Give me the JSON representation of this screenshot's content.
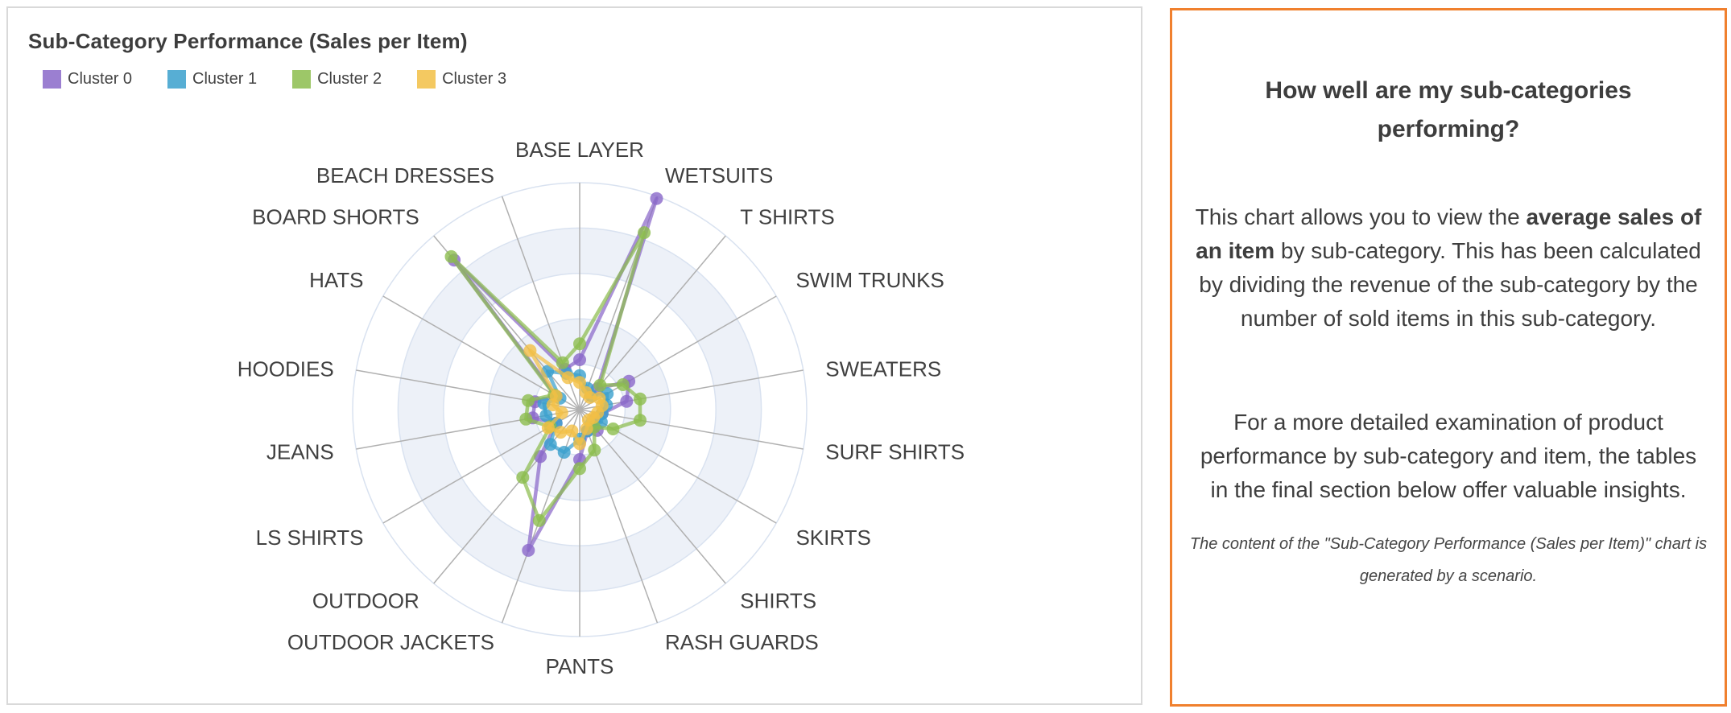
{
  "chart_card": {
    "title": "Sub-Category Performance (Sales per Item)"
  },
  "chart_data": {
    "type": "radar",
    "title": "Sub-Category Performance (Sales per Item)",
    "categories": [
      "BASE LAYER",
      "WETSUITS",
      "T SHIRTS",
      "SWIM TRUNKS",
      "SWEATERS",
      "SURF SHIRTS",
      "SKIRTS",
      "SHIRTS",
      "RASH GUARDS",
      "PANTS",
      "OUTDOOR JACKETS",
      "OUTDOOR",
      "LS SHIRTS",
      "JEANS",
      "HOODIES",
      "HATS",
      "BOARD SHORTS",
      "BEACH DRESSES"
    ],
    "series": [
      {
        "name": "Cluster 0",
        "color": "#8a68c9",
        "values": [
          0.22,
          0.99,
          0.12,
          0.25,
          0.21,
          0.1,
          0.08,
          0.12,
          0.1,
          0.22,
          0.66,
          0.27,
          0.12,
          0.21,
          0.2,
          0.12,
          0.86,
          0.19
        ]
      },
      {
        "name": "Cluster 1",
        "color": "#3aa0cd",
        "values": [
          0.15,
          0.1,
          0.08,
          0.14,
          0.12,
          0.1,
          0.11,
          0.08,
          0.1,
          0.13,
          0.2,
          0.2,
          0.12,
          0.15,
          0.16,
          0.1,
          0.22,
          0.17
        ]
      },
      {
        "name": "Cluster 2",
        "color": "#8cbd4e",
        "values": [
          0.29,
          0.83,
          0.14,
          0.22,
          0.27,
          0.27,
          0.17,
          0.1,
          0.19,
          0.26,
          0.52,
          0.39,
          0.15,
          0.24,
          0.23,
          0.13,
          0.88,
          0.22
        ]
      },
      {
        "name": "Cluster 3",
        "color": "#f2bf45",
        "values": [
          0.12,
          0.08,
          0.07,
          0.1,
          0.1,
          0.08,
          0.07,
          0.06,
          0.09,
          0.15,
          0.1,
          0.13,
          0.16,
          0.08,
          0.12,
          0.12,
          0.34,
          0.15
        ]
      }
    ],
    "rmin": 0,
    "rmax": 1,
    "rings": 5,
    "legend_position": "top-left",
    "grid": {
      "ring_stroke": "#d9e2f0",
      "band_fill": "#edf1f8",
      "band_alt_fill": "#ffffff",
      "spoke_stroke": "#b0b0b0",
      "label_color": "#404040"
    }
  },
  "info_card": {
    "border_color": "#f0802e",
    "heading": "How well are my sub-categories performing?",
    "para1": {
      "pre": "This chart allows you to view the ",
      "bold": "average sales of an item",
      "post": " by sub-category. This has been calculated by dividing the revenue of the sub-category by the number of sold items in this sub-category."
    },
    "para2": "For a more detailed examination of product performance by sub-category and item, the tables in the final section below offer valuable insights.",
    "footnote": "The content of the \"Sub-Category Performance (Sales per Item)\" chart is generated by a scenario."
  }
}
